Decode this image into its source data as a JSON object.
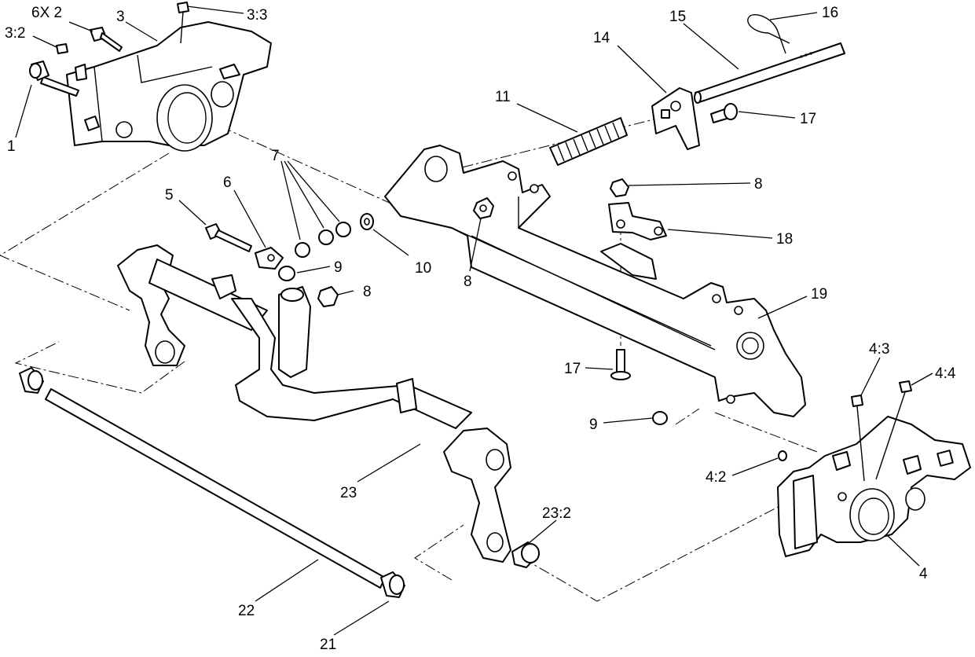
{
  "callouts": [
    {
      "id": "c1",
      "text": "1"
    },
    {
      "id": "c3_2",
      "text": "3:2"
    },
    {
      "id": "c6x2",
      "text": "6X 2"
    },
    {
      "id": "c3",
      "text": "3"
    },
    {
      "id": "c3_3",
      "text": "3:3"
    },
    {
      "id": "c5",
      "text": "5"
    },
    {
      "id": "c6",
      "text": "6"
    },
    {
      "id": "c7",
      "text": "7"
    },
    {
      "id": "c9a",
      "text": "9"
    },
    {
      "id": "c8a",
      "text": "8"
    },
    {
      "id": "c10",
      "text": "10"
    },
    {
      "id": "c8b",
      "text": "8"
    },
    {
      "id": "c11",
      "text": "11"
    },
    {
      "id": "c14",
      "text": "14"
    },
    {
      "id": "c15",
      "text": "15"
    },
    {
      "id": "c16",
      "text": "16"
    },
    {
      "id": "c17a",
      "text": "17"
    },
    {
      "id": "c8c",
      "text": "8"
    },
    {
      "id": "c18",
      "text": "18"
    },
    {
      "id": "c19",
      "text": "19"
    },
    {
      "id": "c17b",
      "text": "17"
    },
    {
      "id": "c9b",
      "text": "9"
    },
    {
      "id": "c4_3",
      "text": "4:3"
    },
    {
      "id": "c4_4",
      "text": "4:4"
    },
    {
      "id": "c4_2",
      "text": "4:2"
    },
    {
      "id": "c4",
      "text": "4"
    },
    {
      "id": "c23",
      "text": "23"
    },
    {
      "id": "c23_2",
      "text": "23:2"
    },
    {
      "id": "c22",
      "text": "22"
    },
    {
      "id": "c21",
      "text": "21"
    }
  ]
}
